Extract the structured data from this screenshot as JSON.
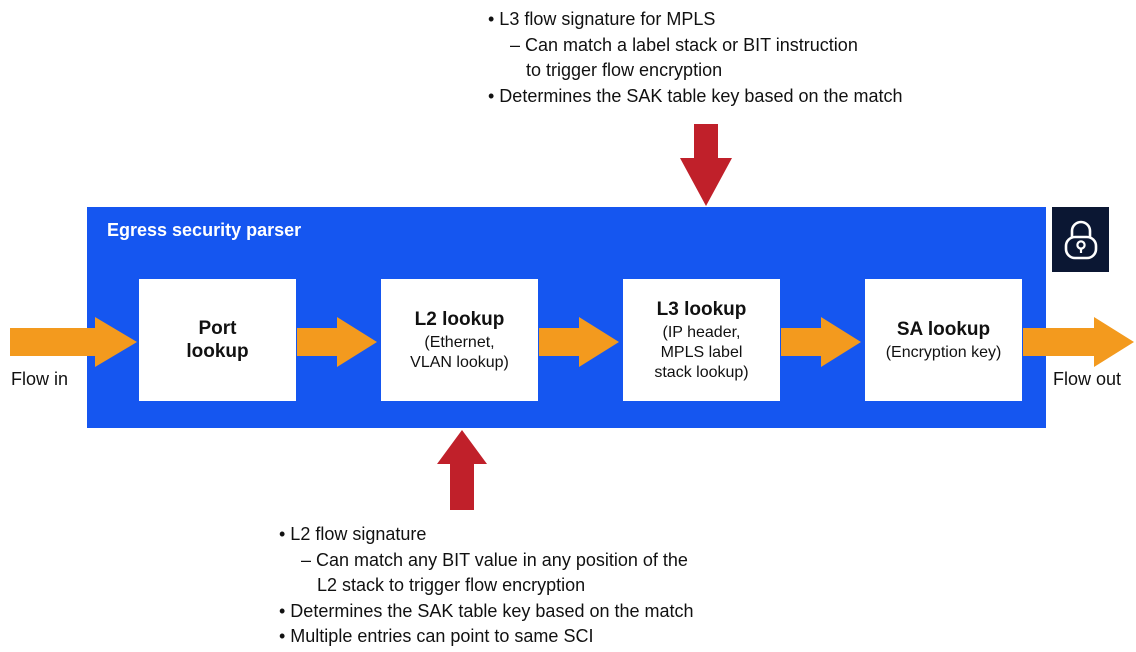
{
  "top_note": {
    "lines": [
      "• L3 flow signature for MPLS",
      "– Can match a label stack or BIT instruction",
      "to trigger flow encryption",
      "• Determines the SAK table key based on the match"
    ]
  },
  "panel": {
    "title": "Egress security parser",
    "blocks": [
      {
        "title": "Port\nlookup",
        "sub": ""
      },
      {
        "title": "L2 lookup",
        "sub": "(Ethernet,\nVLAN lookup)"
      },
      {
        "title": "L3 lookup",
        "sub": "(IP header,\nMPLS label\nstack lookup)"
      },
      {
        "title": "SA lookup",
        "sub": "(Encryption key)"
      }
    ]
  },
  "flow": {
    "in_label": "Flow in",
    "out_label": "Flow out"
  },
  "bottom_note": {
    "lines": [
      "• L2 flow signature",
      "– Can match any BIT value in any position of the",
      "L2 stack to trigger flow encryption",
      "• Determines the SAK table key based on the match",
      "• Multiple entries can point to same SCI"
    ]
  },
  "colors": {
    "panel": "#1556f0",
    "flow_arrow": "#f39a1e",
    "input_arrow": "#c0202a",
    "badge": "#0b1733"
  },
  "icons": {
    "badge": "lock-icon"
  }
}
